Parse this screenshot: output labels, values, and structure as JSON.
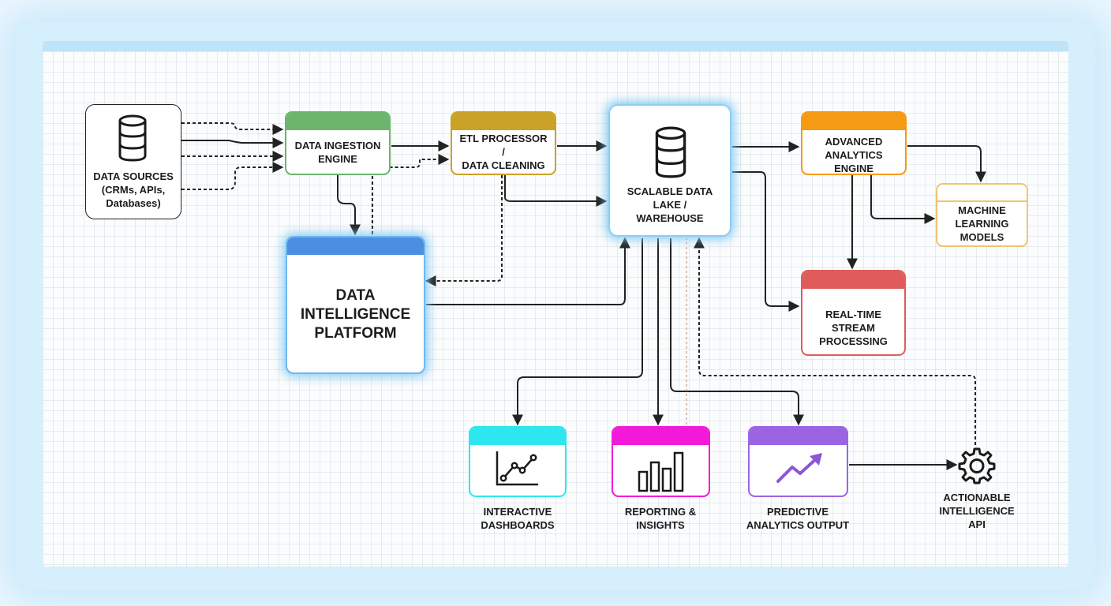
{
  "nodes": {
    "data_sources": "DATA SOURCES\n(CRMs, APIs,\nDatabases)",
    "ingestion": "DATA INGESTION\nENGINE",
    "etl": "ETL PROCESSOR /\nDATA CLEANING",
    "data_lake": "SCALABLE DATA\nLAKE /\nWAREHOUSE",
    "analytics": "ADVANCED\nANALYTICS\nENGINE",
    "ml": "MACHINE\nLEARNING\nMODELS",
    "platform": "DATA\nINTELLIGENCE\nPLATFORM",
    "realtime": "REAL-TIME\nSTREAM\nPROCESSING",
    "dashboards": "INTERACTIVE\nDASHBOARDS",
    "reporting": "REPORTING &\nINSIGHTS",
    "predictive": "PREDICTIVE\nANALYTICS OUTPUT",
    "api": "ACTIONABLE\nINTELLIGENCE\nAPI"
  },
  "colors": {
    "ingestion": "#6db56d",
    "etl": "#c9a227",
    "analytics": "#f59a13",
    "ml": "#f2c46d",
    "platform": "#4a8fe0",
    "realtime": "#e05c5c",
    "dashboards": "#2ee6ee",
    "reporting": "#f21ad8",
    "predictive": "#9b64e3",
    "line": "#222222"
  }
}
